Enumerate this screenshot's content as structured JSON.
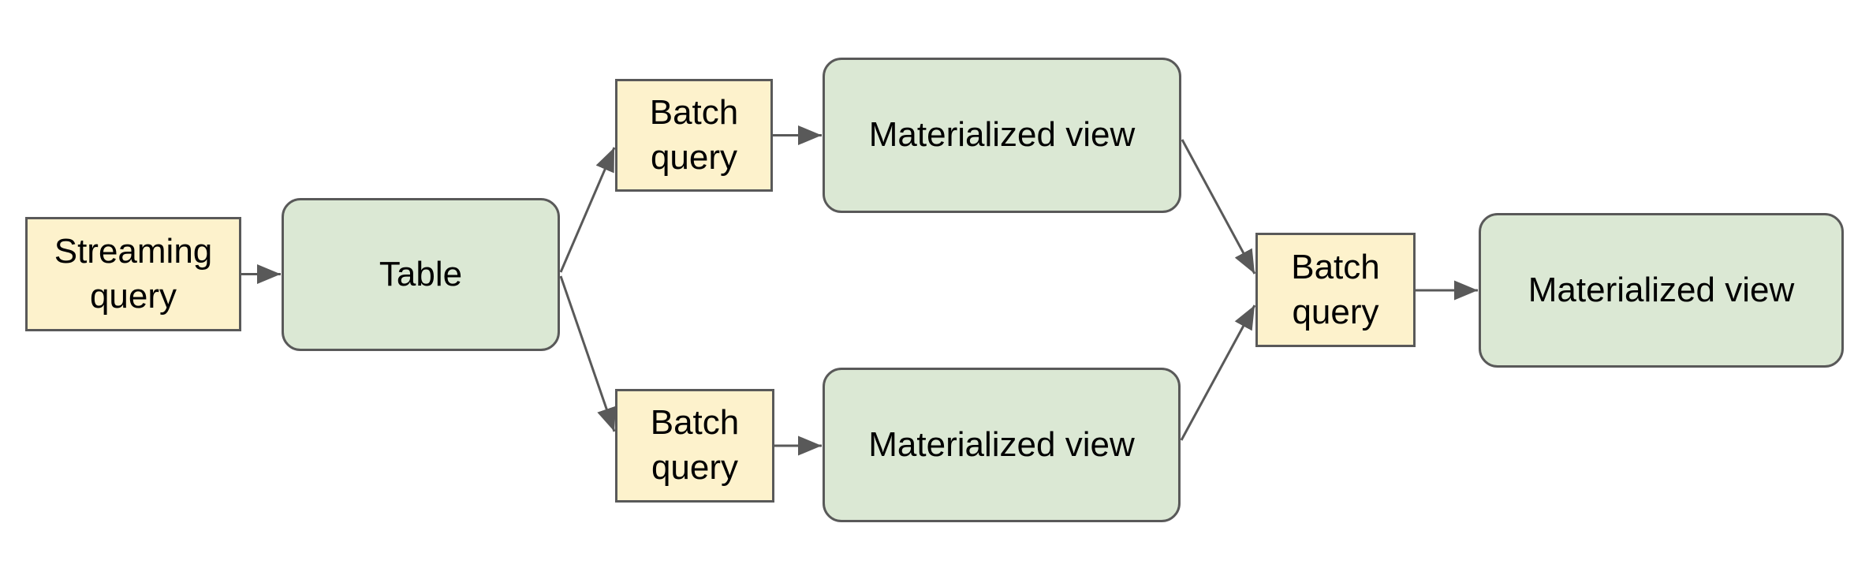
{
  "diagram": {
    "description": "Flowchart of streaming and batch queries producing tables and materialized views",
    "colors": {
      "background": "#ffffff",
      "stroke": "#595959",
      "text": "#000000",
      "query_fill": "#fdf2cc",
      "dataset_fill": "#dbe8d4"
    },
    "nodes": [
      {
        "id": "streaming-query",
        "label": "Streaming query",
        "type": "query"
      },
      {
        "id": "table",
        "label": "Table",
        "type": "dataset"
      },
      {
        "id": "batch-query-top",
        "label": "Batch query",
        "type": "query"
      },
      {
        "id": "materialized-view-top",
        "label": "Materialized view",
        "type": "dataset"
      },
      {
        "id": "batch-query-bottom",
        "label": "Batch query",
        "type": "query"
      },
      {
        "id": "materialized-view-bottom",
        "label": "Materialized view",
        "type": "dataset"
      },
      {
        "id": "batch-query-right",
        "label": "Batch query",
        "type": "query"
      },
      {
        "id": "materialized-view-right",
        "label": "Materialized view",
        "type": "dataset"
      }
    ],
    "edges": [
      {
        "from": "streaming-query",
        "to": "table"
      },
      {
        "from": "table",
        "to": "batch-query-top"
      },
      {
        "from": "table",
        "to": "batch-query-bottom"
      },
      {
        "from": "batch-query-top",
        "to": "materialized-view-top"
      },
      {
        "from": "batch-query-bottom",
        "to": "materialized-view-bottom"
      },
      {
        "from": "materialized-view-top",
        "to": "batch-query-right"
      },
      {
        "from": "materialized-view-bottom",
        "to": "batch-query-right"
      },
      {
        "from": "batch-query-right",
        "to": "materialized-view-right"
      }
    ]
  }
}
